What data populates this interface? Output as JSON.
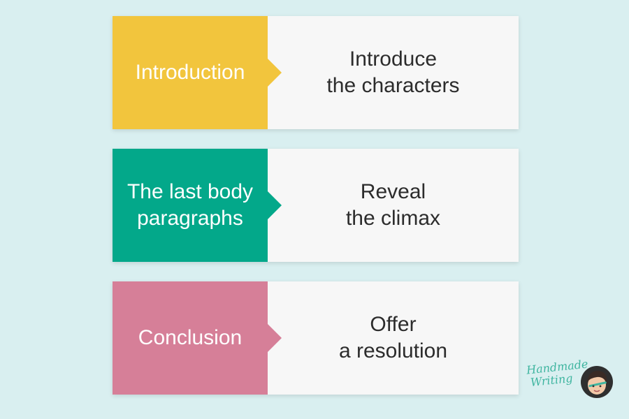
{
  "rows": [
    {
      "label_lines": [
        "Introduction"
      ],
      "desc_lines": [
        "Introduce",
        "the characters"
      ],
      "color": "#f2c53d"
    },
    {
      "label_lines": [
        "The last body",
        "paragraphs"
      ],
      "desc_lines": [
        "Reveal",
        "the climax"
      ],
      "color": "#03a88a"
    },
    {
      "label_lines": [
        "Conclusion"
      ],
      "desc_lines": [
        "Offer",
        "a resolution"
      ],
      "color": "#d67f98"
    }
  ],
  "logo": {
    "line1": "Handmade",
    "line2": "Writing"
  },
  "colors": {
    "background": "#d9eff0",
    "desc_background": "#f7f7f7",
    "text_dark": "#2c2c2c",
    "logo_green": "#3fb5a0"
  }
}
